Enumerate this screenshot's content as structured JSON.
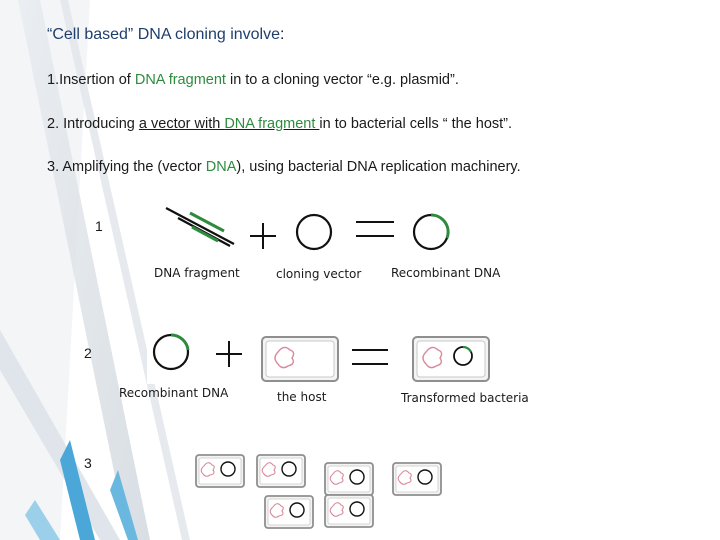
{
  "title": {
    "quoted": "“Cell based”",
    "rest": " DNA cloning involve",
    "colon": ":"
  },
  "steps": [
    {
      "num": "1.",
      "parts": [
        {
          "text": "Insertion of ",
          "style": "plain"
        },
        {
          "text": "DNA fragment",
          "style": "green"
        },
        {
          "text": "  in to a cloning vector “e.g. plasmid”.",
          "style": "plain"
        }
      ]
    },
    {
      "num": "2.",
      "parts": [
        {
          "text": " Introducing ",
          "style": "plain"
        },
        {
          "text": "a vector with ",
          "style": "under"
        },
        {
          "text": "DNA fragment ",
          "style": "green-under"
        },
        {
          "text": "in to bacterial cells “ the host”.",
          "style": "plain"
        }
      ]
    },
    {
      "num": "3.",
      "parts": [
        {
          "text": " Amplifying  the (vector  ",
          "style": "plain"
        },
        {
          "text": "DNA",
          "style": "green"
        },
        {
          "text": "),  using bacterial DNA replication machinery.",
          "style": "plain"
        }
      ]
    }
  ],
  "diagram": {
    "row1": {
      "number": "1",
      "labels": {
        "fragment": "DNA fragment",
        "vector": "cloning vector",
        "recombinant": "Recombinant DNA"
      }
    },
    "row2": {
      "number": "2",
      "labels": {
        "recombinant": "Recombinant DNA",
        "host": "the host",
        "transformed": "Transformed bacteria"
      }
    },
    "row3": {
      "number": "3"
    }
  },
  "colors": {
    "title": "#1f3f6b",
    "green": "#2e8b3e",
    "dna_pink": "#d9899a",
    "cell_border": "#9a9a9a"
  }
}
